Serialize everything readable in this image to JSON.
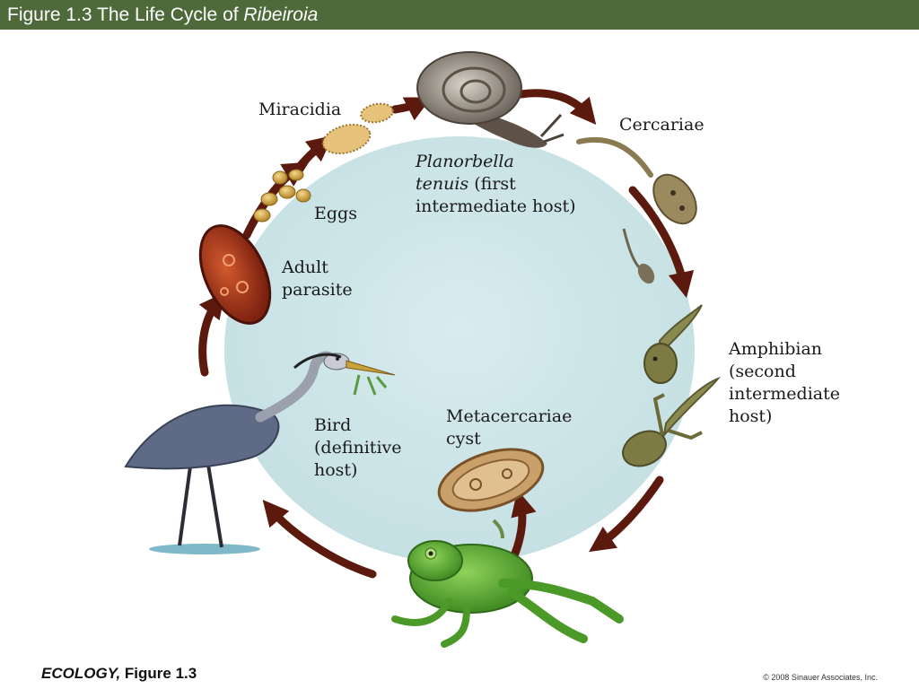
{
  "header": {
    "title_prefix": "Figure 1.3  The Life Cycle of ",
    "title_italic": "Ribeiroia"
  },
  "labels": {
    "miracidia": "Miracidia",
    "eggs": "Eggs",
    "adult_parasite_1": "Adult",
    "adult_parasite_2": "parasite",
    "cercariae": "Cercariae",
    "snail_1_italic": "Planorbella",
    "snail_2_italic": "tenuis",
    "snail_2_rest": " (first",
    "snail_3": "intermediate host)",
    "amphibian_1": "Amphibian",
    "amphibian_2": "(second",
    "amphibian_3": "intermediate",
    "amphibian_4": "host)",
    "metacercariae_1": "Metacercariae",
    "metacercariae_2": "cyst",
    "bird_1": "Bird",
    "bird_2": "(definitive",
    "bird_3": "host)"
  },
  "footer": {
    "book_italic": "ECOLOGY,",
    "figure": " Figure 1.3",
    "copyright": "© 2008 Sinauer Associates, Inc."
  },
  "colors": {
    "title_bar": "#4f6a3a",
    "circle_fill": "#cfe6e8",
    "arrow": "#5c1a0e"
  },
  "icons": [
    "snail-icon",
    "cercaria-icon",
    "tadpole-icon",
    "frog-icon",
    "cyst-icon",
    "heron-icon",
    "adult-parasite-icon",
    "egg-icon",
    "miracidium-icon"
  ]
}
